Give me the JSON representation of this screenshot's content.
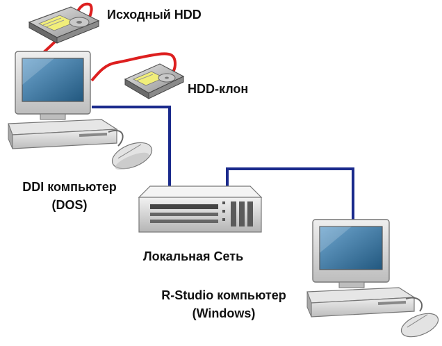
{
  "colors": {
    "network_cable": "#1a2a8c",
    "power_cable": "#dd1f1f",
    "case": "#d4d4d4",
    "case_dark": "#9a9a9a",
    "screen": "#3a78a8"
  },
  "nodes": {
    "source_hdd": {
      "label": "Исходный HDD",
      "icon": "hard-drive-icon"
    },
    "clone_hdd": {
      "label": "HDD-клон",
      "icon": "hard-drive-icon"
    },
    "ddi_computer": {
      "label_line1": "DDI компьютер",
      "label_line2": "(DOS)",
      "icon": "desktop-computer-icon"
    },
    "network": {
      "label": "Локальная Сеть",
      "icon": "network-server-icon"
    },
    "rstudio_computer": {
      "label_line1": "R-Studio компьютер",
      "label_line2": "(Windows)",
      "icon": "desktop-computer-icon"
    }
  }
}
